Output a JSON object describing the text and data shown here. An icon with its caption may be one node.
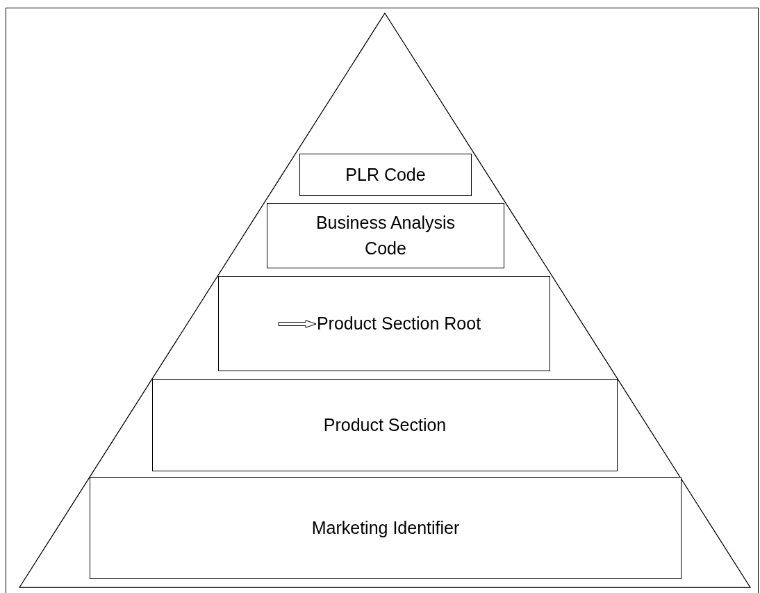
{
  "diagram": {
    "nodes": [
      {
        "text": [
          "PLR Code"
        ]
      },
      {
        "text": [
          "Business Analysis Code"
        ]
      },
      {
        "text": [
          "Product Section Root"
        ]
      },
      {
        "text": [
          "Product Section"
        ]
      },
      {
        "text": [
          "Marketing Identifier"
        ]
      }
    ]
  }
}
